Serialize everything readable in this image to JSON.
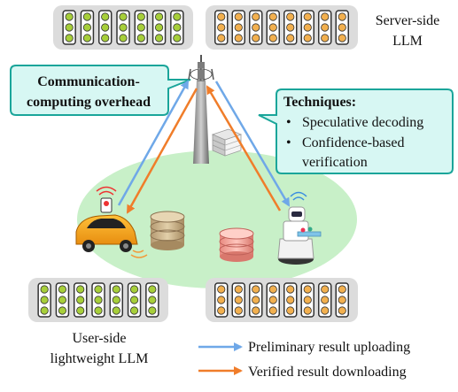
{
  "labels": {
    "server_line1": "Server-side",
    "server_line2": "LLM",
    "comm_line1": "Communication-",
    "comm_line2": "computing overhead",
    "techniques_title": "Techniques:",
    "tech_item1": "Speculative decoding",
    "tech_item2": "Confidence-based",
    "tech_item2_cont": "verification",
    "bullet": "•",
    "user_line1": "User-side",
    "user_line2": "lightweight LLM",
    "legend_upload": "Preliminary result uploading",
    "legend_download": "Verified result downloading"
  },
  "colors": {
    "upload": "#6fa8e8",
    "download": "#f07d2a",
    "field": "#c8f0c8",
    "callout_fill": "#d7f7f3",
    "callout_stroke": "#1aa59a",
    "server_cell": "#f2b04f",
    "user_cell": "#a7cf3a",
    "panel": "#dcdcdc"
  },
  "model_panels": [
    {
      "name": "server-model-panel-left",
      "cell_color": "#a7cf3a",
      "columns": 7
    },
    {
      "name": "server-model-panel-right",
      "cell_color": "#f2b04f",
      "columns": 8
    },
    {
      "name": "user-model-panel-left",
      "cell_color": "#a7cf3a",
      "columns": 7
    },
    {
      "name": "user-model-panel-right",
      "cell_color": "#f2b04f",
      "columns": 8
    }
  ],
  "icons": [
    "cell-tower-icon",
    "server-rack-icon",
    "car-icon",
    "robot-icon",
    "database-icon",
    "arrow-icon"
  ]
}
